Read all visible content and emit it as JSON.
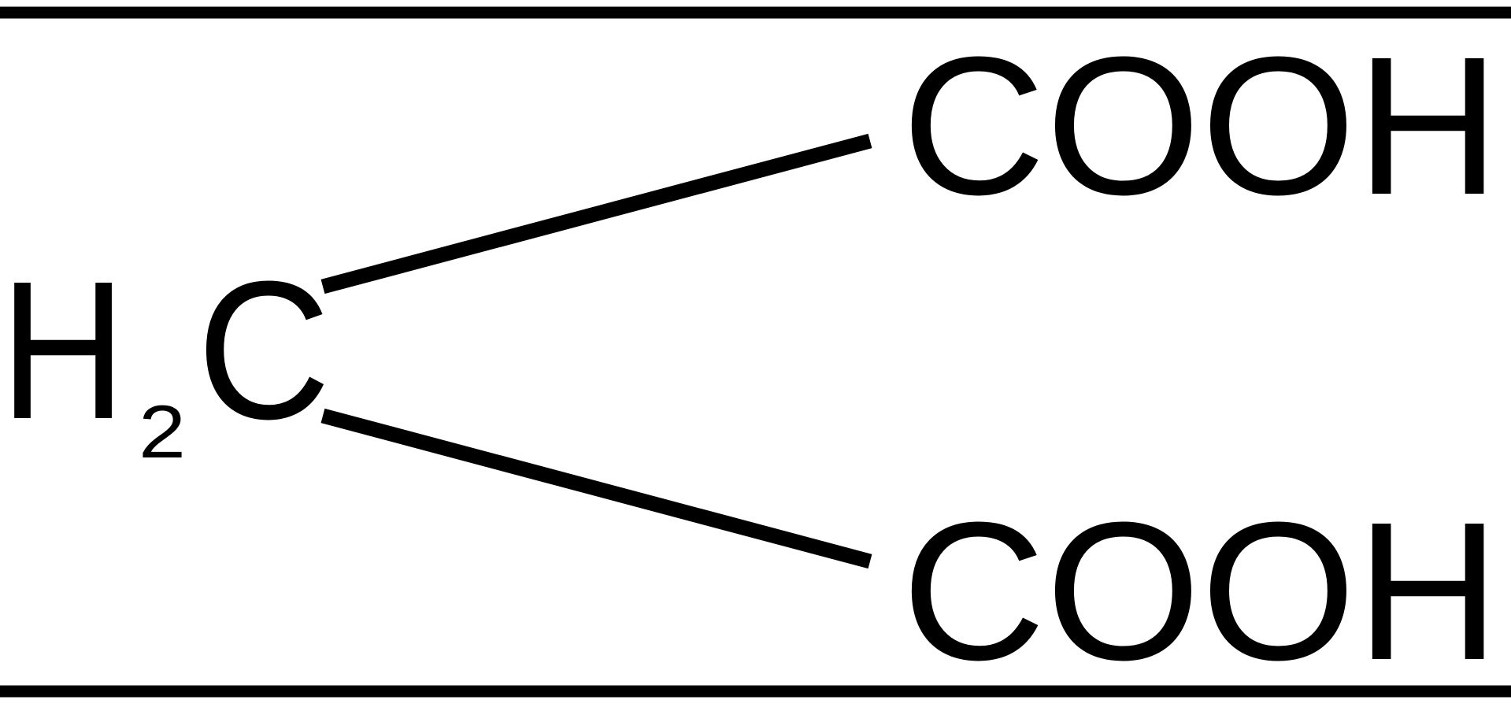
{
  "molecule": {
    "center_group": {
      "element": "H",
      "subscript": "2",
      "atom": "C"
    },
    "top_group": "COOH",
    "bottom_group": "COOH"
  },
  "colors": {
    "ink": "#000000",
    "background": "#ffffff"
  }
}
